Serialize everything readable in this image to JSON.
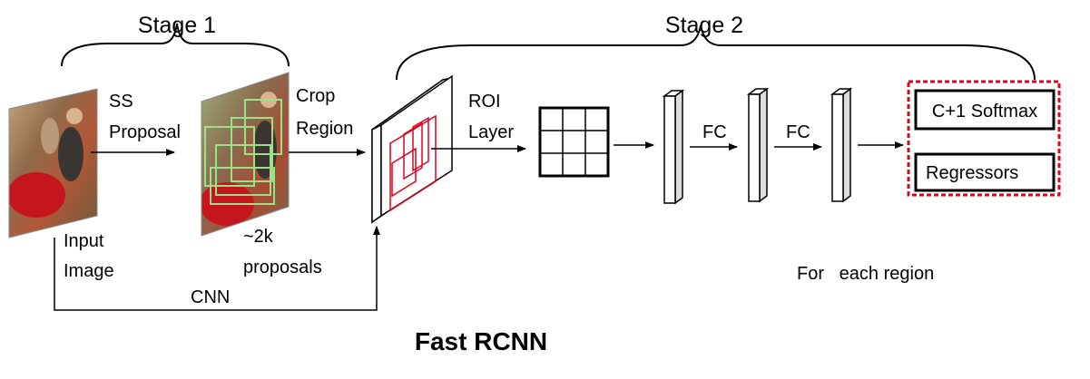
{
  "diagram": {
    "title": "Fast RCNN",
    "stage1_label": "Stage 1",
    "stage2_label": "Stage 2",
    "ss_line1": "SS",
    "ss_line2": "Proposal",
    "crop_line1": "Crop",
    "crop_line2": "Region",
    "roi_line1": "ROI",
    "roi_line2": "Layer",
    "fc1": "FC",
    "fc2": "FC",
    "softmax": "C+1 Softmax",
    "regressors": "Regressors",
    "input_line1": "Input",
    "input_line2": "Image",
    "proposals_line1": "~2k",
    "proposals_line2": "proposals",
    "for_each": "For   each region",
    "cnn": "CNN"
  },
  "colors": {
    "highlight": "#e0001b",
    "proposal_box": "#9de08a"
  }
}
